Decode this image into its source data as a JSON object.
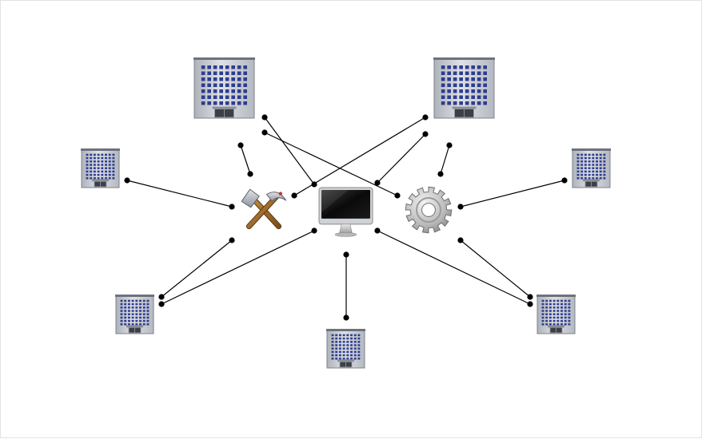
{
  "diagram": {
    "nodes": [
      {
        "id": "building-top-left",
        "icon": "office-building-icon"
      },
      {
        "id": "building-top-right",
        "icon": "office-building-icon"
      },
      {
        "id": "building-mid-left",
        "icon": "office-building-icon"
      },
      {
        "id": "building-mid-right",
        "icon": "office-building-icon"
      },
      {
        "id": "building-bottom-left",
        "icon": "office-building-icon"
      },
      {
        "id": "building-bottom-center",
        "icon": "office-building-icon"
      },
      {
        "id": "building-bottom-right",
        "icon": "office-building-icon"
      },
      {
        "id": "tools",
        "icon": "hammer-pick-icon"
      },
      {
        "id": "computer",
        "icon": "computer-monitor-icon"
      },
      {
        "id": "settings",
        "icon": "gear-icon"
      }
    ],
    "edges": [
      {
        "from": "building-top-left",
        "to": "computer"
      },
      {
        "from": "building-top-left",
        "to": "settings"
      },
      {
        "from": "building-top-right",
        "to": "tools"
      },
      {
        "from": "building-top-right",
        "to": "computer"
      },
      {
        "from": "building-top-left",
        "to": "tools"
      },
      {
        "from": "building-top-right",
        "to": "settings"
      },
      {
        "from": "building-mid-left",
        "to": "tools"
      },
      {
        "from": "building-mid-right",
        "to": "settings"
      },
      {
        "from": "building-bottom-left",
        "to": "tools"
      },
      {
        "from": "building-bottom-left",
        "to": "computer"
      },
      {
        "from": "building-bottom-right",
        "to": "settings"
      },
      {
        "from": "building-bottom-right",
        "to": "computer"
      },
      {
        "from": "building-bottom-center",
        "to": "computer"
      }
    ],
    "colors": {
      "line": "#000000",
      "building_face": "#c9ccd2",
      "building_window": "#2d3d8f",
      "background": "#ffffff"
    }
  }
}
